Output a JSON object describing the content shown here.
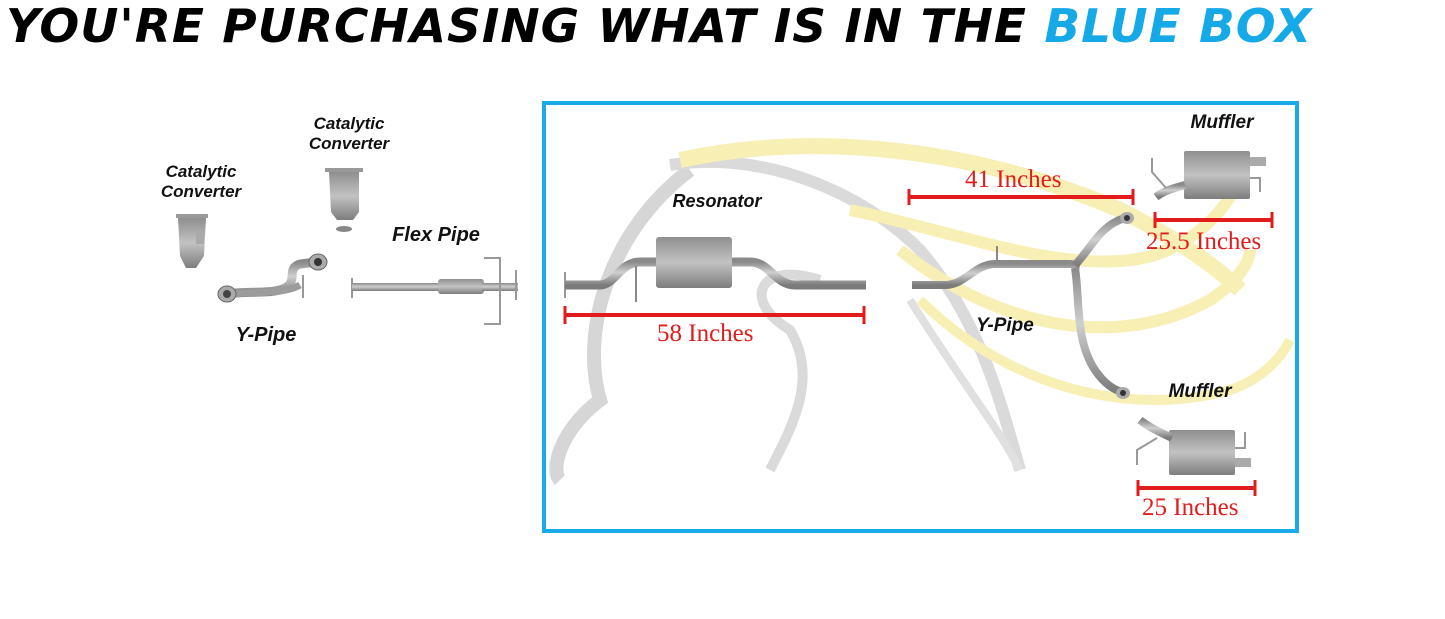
{
  "headline": {
    "text_main": "YOU'RE PURCHASING WHAT IS IN THE ",
    "text_accent": "BLUE BOX",
    "accent_color": "#16a9e8"
  },
  "excluded_parts": {
    "cat_converter_1": "Catalytic\nConverter",
    "cat_converter_1_line1": "Catalytic",
    "cat_converter_1_line2": "Converter",
    "cat_converter_2_line1": "Catalytic",
    "cat_converter_2_line2": "Converter",
    "y_pipe": "Y-Pipe",
    "flex_pipe": "Flex Pipe"
  },
  "blue_box": {
    "border_color": "#1aaae8",
    "resonator": {
      "label": "Resonator",
      "measurement": "58 Inches"
    },
    "y_pipe": {
      "label": "Y-Pipe",
      "measurement": "41 Inches"
    },
    "muffler_top": {
      "label": "Muffler",
      "measurement": "25.5 Inches"
    },
    "muffler_bottom": {
      "label": "Muffler",
      "measurement": "25 Inches"
    }
  },
  "colors": {
    "measure_line": "#e21b1b",
    "pipe": "#9a9a9a",
    "watermark_yellow": "#f3e27a",
    "watermark_gray": "#b9b9b9"
  }
}
